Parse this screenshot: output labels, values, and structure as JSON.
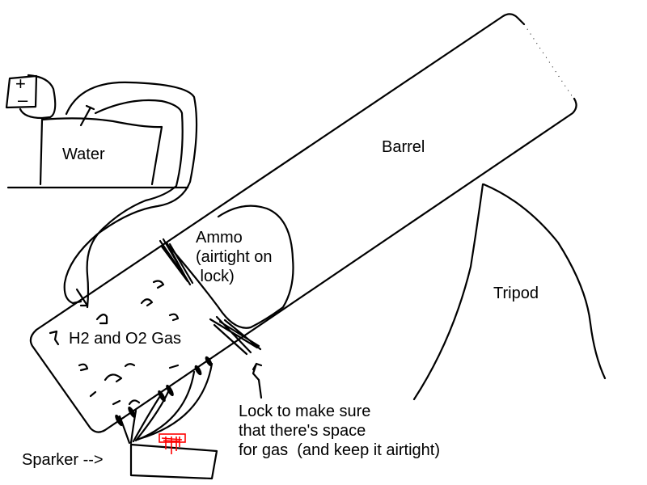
{
  "labels": {
    "water": "Water",
    "barrel": "Barrel",
    "ammo": "Ammo\n(airtight on\n lock)",
    "gas_chamber": "H2 and O2 Gas",
    "tripod": "Tripod",
    "lock_note": "Lock to make sure\nthat there's space\nfor gas  (and keep it airtight)",
    "sparker": "Sparker -->",
    "battery_plus": "+",
    "battery_minus": "–"
  },
  "colors": {
    "ink": "#000000",
    "sparker_mark": "#ff0000",
    "background": "#ffffff"
  }
}
